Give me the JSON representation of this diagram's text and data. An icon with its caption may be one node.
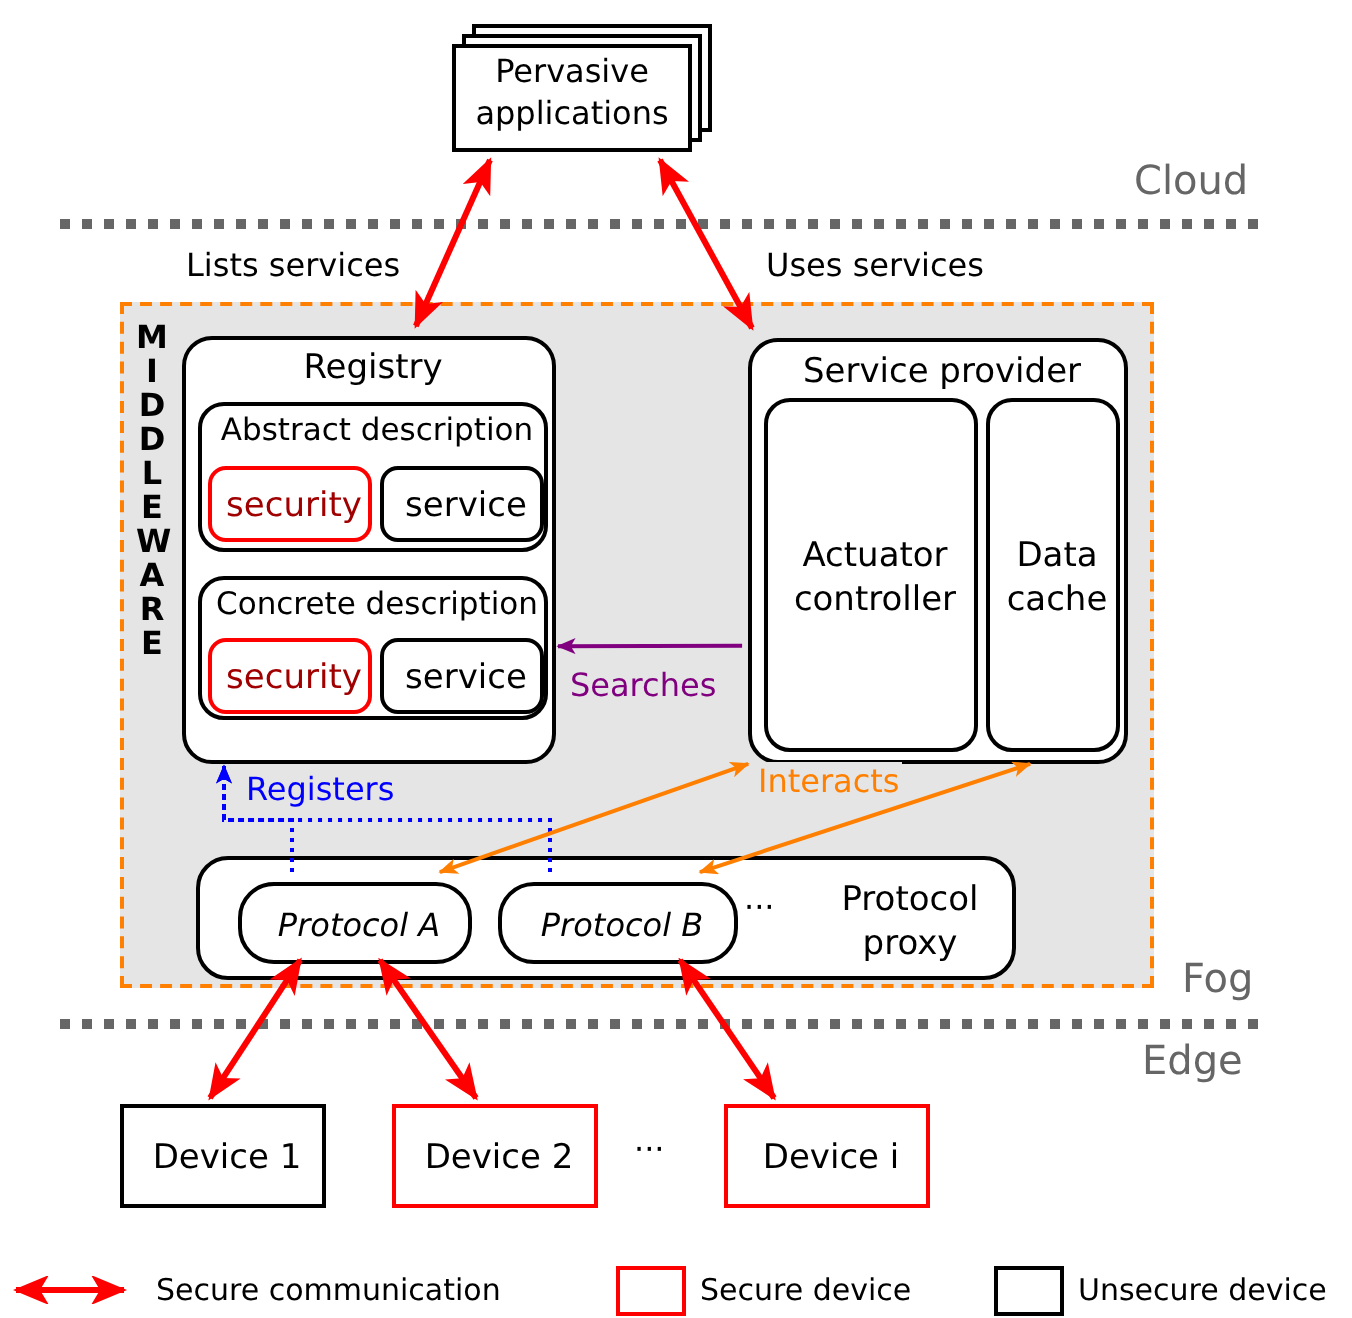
{
  "diagram": {
    "nodes": [
      {
        "text": [
          "Pervasive applications"
        ]
      },
      {
        "text": [
          "MIDDLEWARE"
        ]
      },
      {
        "text": [
          "Registry"
        ],
        "in": 1
      },
      {
        "text": [
          "Abstract description"
        ],
        "in": 2
      },
      {
        "text": [
          "security"
        ],
        "in": 3
      },
      {
        "text": [
          "service"
        ],
        "in": 3
      },
      {
        "text": [
          "Concrete description"
        ],
        "in": 2
      },
      {
        "text": [
          "security"
        ],
        "in": 6
      },
      {
        "text": [
          "service"
        ],
        "in": 6
      },
      {
        "text": [
          "Service provider"
        ],
        "in": 1
      },
      {
        "text": [
          "Actuator controller"
        ],
        "in": 9
      },
      {
        "text": [
          "Data cache"
        ],
        "in": 9
      },
      {
        "text": [
          "Protocol proxy"
        ],
        "in": 1
      },
      {
        "text": [
          "Protocol A"
        ],
        "in": 12
      },
      {
        "text": [
          "Protocol B"
        ],
        "in": 12
      },
      {
        "text": [
          "Device 1"
        ]
      },
      {
        "text": [
          "Device 2"
        ]
      },
      {
        "text": [
          "Device i"
        ]
      }
    ],
    "edges": [
      {
        "from": 0,
        "to": 2,
        "arrow": "both",
        "label": "Lists services"
      },
      {
        "from": 0,
        "to": 9,
        "arrow": "both",
        "label": "Uses services"
      },
      {
        "from": 9,
        "to": 2,
        "arrow": "to",
        "label": "Searches",
        "color": "#800080"
      },
      {
        "from": 13,
        "to": 2,
        "arrow": "to",
        "label": "Registers",
        "style": "dashed",
        "color": "#0000ff"
      },
      {
        "from": 14,
        "to": 2,
        "arrow": "to",
        "style": "dashed",
        "color": "#0000ff"
      },
      {
        "from": 13,
        "to": 9,
        "arrow": "both",
        "label": "Interacts",
        "color": "#ff7f00"
      },
      {
        "from": 14,
        "to": 9,
        "arrow": "both",
        "color": "#ff7f00"
      },
      {
        "from": 13,
        "to": 15,
        "arrow": "both"
      },
      {
        "from": 13,
        "to": 16,
        "arrow": "both"
      },
      {
        "from": 14,
        "to": 17,
        "arrow": "both"
      }
    ],
    "labels": [
      "Cloud",
      "···",
      "Fog",
      "Edge",
      "···"
    ],
    "legend": [
      {
        "text": "Secure communication"
      },
      {
        "text": "Secure device",
        "color": "#ff0000"
      },
      {
        "text": "Unsecure device",
        "color": "#000000"
      }
    ]
  }
}
